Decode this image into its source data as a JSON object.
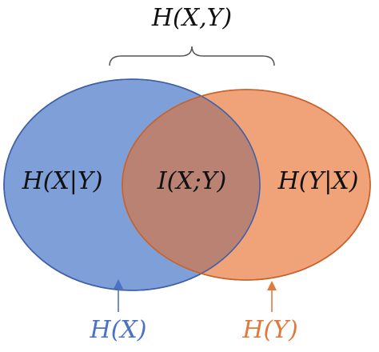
{
  "diagram": {
    "joint_label": "H(X,Y)",
    "left_only_label": "H(X|Y)",
    "intersection_label": "I(X;Y)",
    "right_only_label": "H(Y|X)",
    "left_set_label": "H(X)",
    "right_set_label": "H(Y)"
  },
  "colors": {
    "left_fill": "#7f9fd8",
    "left_stroke": "#3f5fa8",
    "right_fill": "#f0a278",
    "right_stroke": "#c8622a",
    "overlap_fill": "#b98272",
    "left_text": "#4a72c4",
    "right_text": "#e07a3c",
    "brace": "#555555",
    "text": "#111111"
  }
}
